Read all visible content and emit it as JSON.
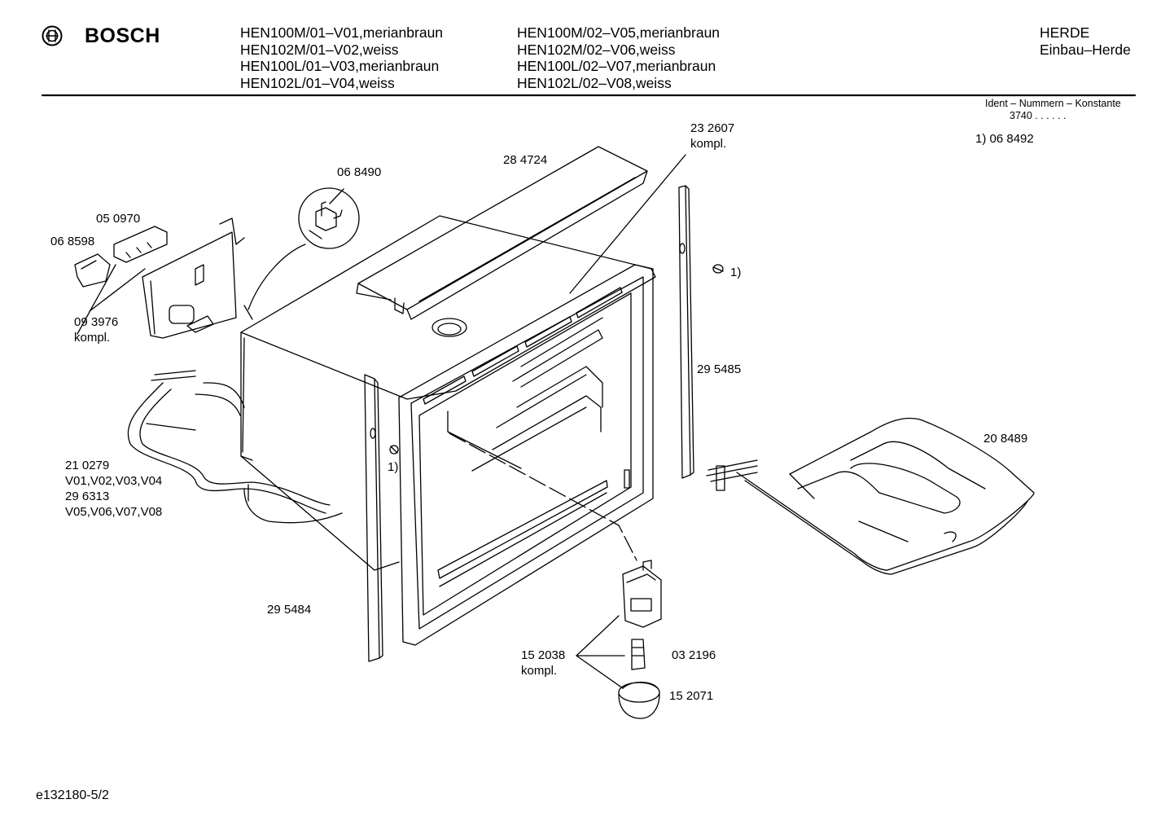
{
  "header": {
    "brand": "BOSCH",
    "models_col1": [
      "HEN100M/01–V01,merianbraun",
      "HEN102M/01–V02,weiss",
      "HEN100L/01–V03,merianbraun",
      "HEN102L/01–V04,weiss"
    ],
    "models_col2": [
      "HEN100M/02–V05,merianbraun",
      "HEN102M/02–V06,weiss",
      "HEN100L/02–V07,merianbraun",
      "HEN102L/02–V08,weiss"
    ],
    "category": "HERDE",
    "subcategory": "Einbau–Herde"
  },
  "ident": {
    "title": "Ident – Nummern – Konstante",
    "value": "3740 . . . . . .",
    "note": "1)  06 8492"
  },
  "labels": {
    "p232607": "23 2607",
    "p232607_kompl": "kompl.",
    "p284724": "28 4724",
    "p068490": "06 8490",
    "p050970": "05 0970",
    "p068598": "06 8598",
    "p093976": "09 3976",
    "p093976_kompl": "kompl.",
    "note_right": "1)",
    "p295485": "29 5485",
    "p208489": "20 8489",
    "p210279": "21 0279",
    "v01_04": "V01,V02,V03,V04",
    "p296313": "29 6313",
    "v05_08": "V05,V06,V07,V08",
    "note_left": "1)",
    "p295484": "29 5484",
    "p152038": "15 2038",
    "p152038_kompl": "kompl.",
    "p032196": "03 2196",
    "p152071": "15 2071"
  },
  "footer": {
    "doc_id": "e132180-5/2"
  }
}
